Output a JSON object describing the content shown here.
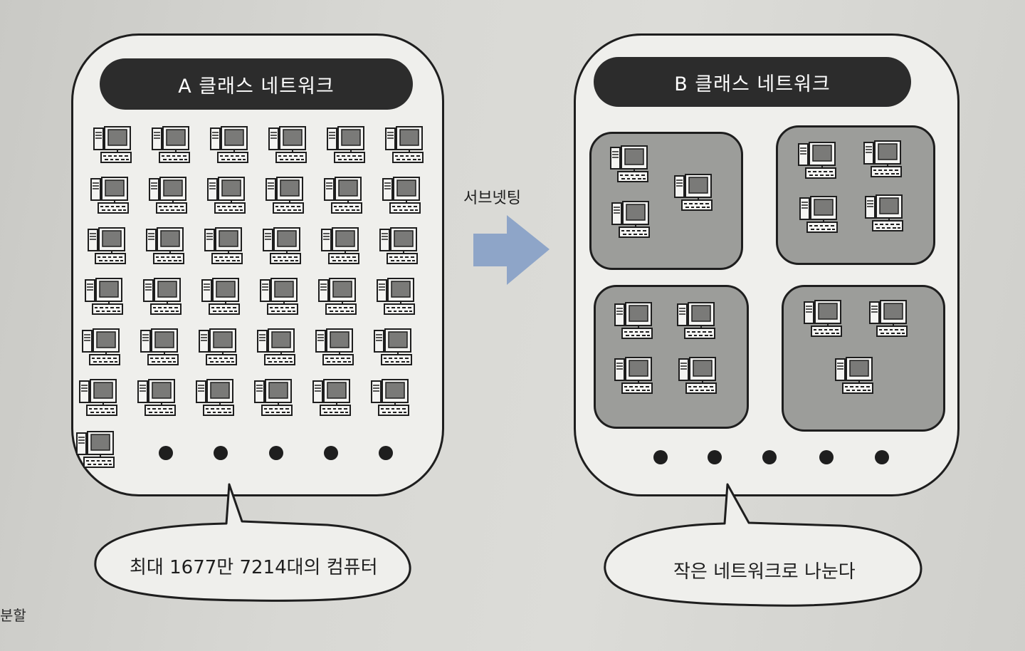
{
  "panels": {
    "a_title": "A 클래스 네트워크",
    "b_title": "B 클래스 네트워크"
  },
  "arrow_label": "서브넷팅",
  "bubbles": {
    "a_text": "최대 1677만 7214대의 컴퓨터",
    "b_text": "작은 네트워크로 나눈다"
  },
  "margin_text": "분할",
  "colors": {
    "pill": "#2c2c2c",
    "subnet_fill": "#9c9d9a",
    "arrow": "#8ea5c8",
    "screen": "#7a7a78",
    "outline": "#1e1e1e"
  },
  "icons": [
    "computer-icon"
  ]
}
